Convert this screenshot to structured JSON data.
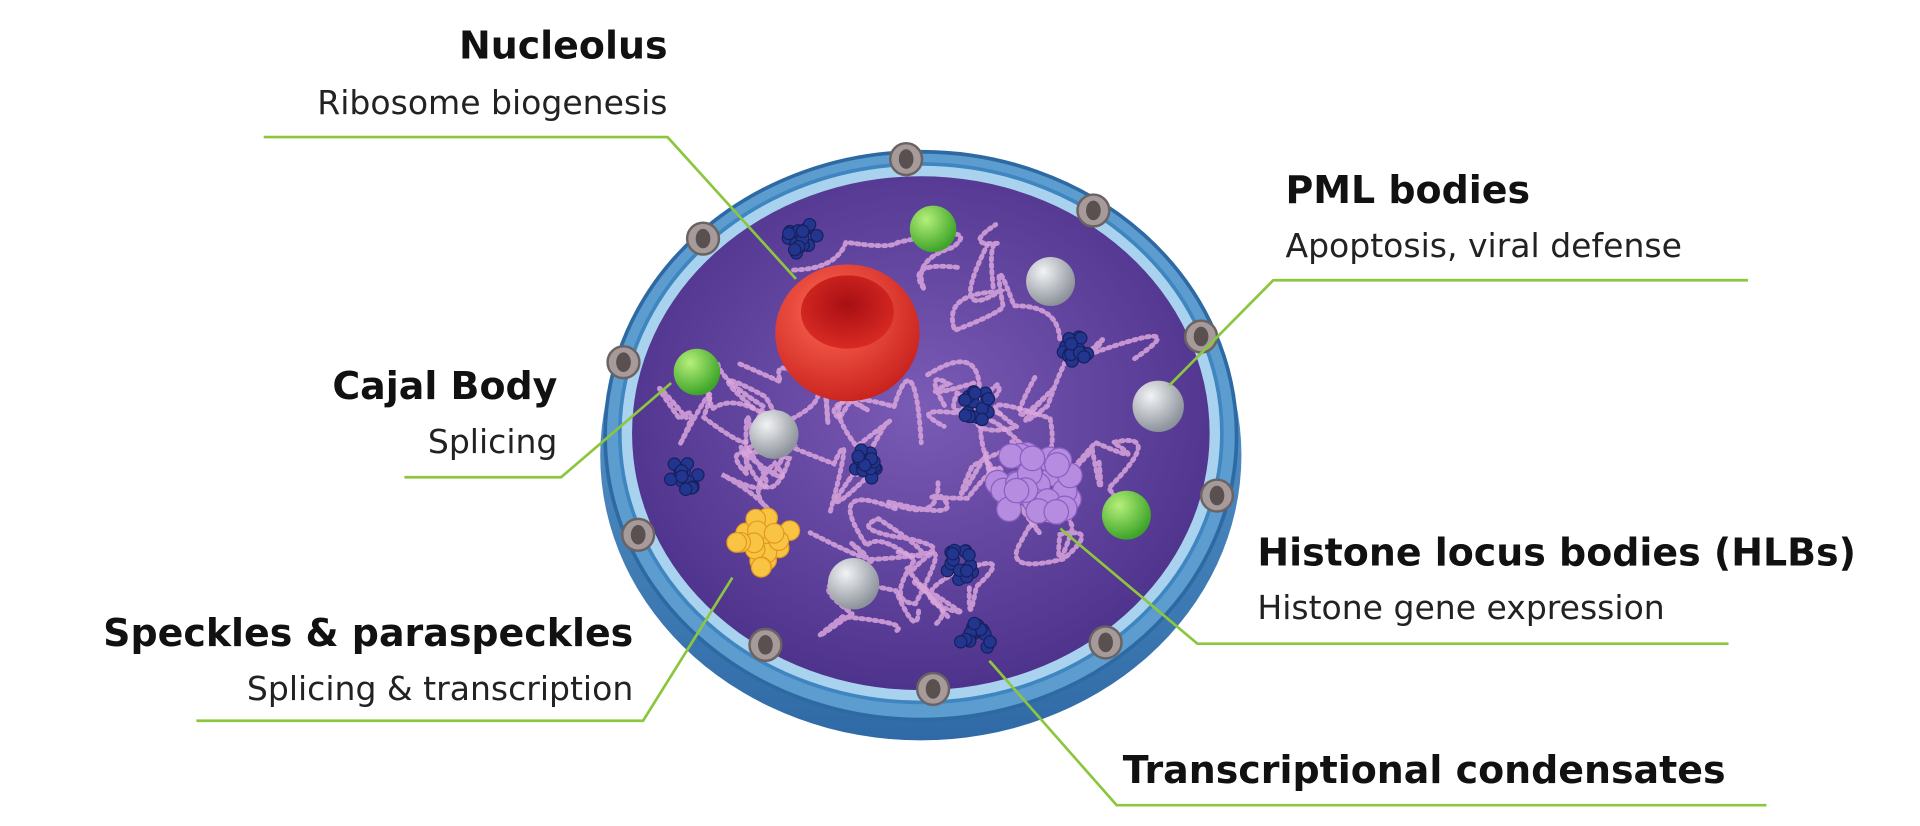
{
  "title": "Nuclear bodies",
  "colors": {
    "leader_line": "#8cc63f",
    "nucleoplasm": "#5b3f9a",
    "envelope": "#3f86c0",
    "nucleolus": "#e8322e",
    "cajal": "#5cc43a",
    "pml": "#b8bcc2",
    "speckles": "#f7b731",
    "hlb": "#a77fd6",
    "condensates": "#1f2f8a"
  },
  "labels": {
    "nucleolus": {
      "title": "Nucleolus",
      "subtitle": "Ribosome biogenesis"
    },
    "pml": {
      "title": "PML bodies",
      "subtitle": "Apoptosis, viral defense"
    },
    "cajal": {
      "title": "Cajal Body",
      "subtitle": "Splicing"
    },
    "hlb": {
      "title": "Histone locus bodies (HLBs)",
      "subtitle": "Histone gene expression"
    },
    "speckles": {
      "title": "Speckles & paraspeckles",
      "subtitle": "Splicing & transcription"
    },
    "condensates": {
      "title": "Transcriptional condensates"
    }
  }
}
